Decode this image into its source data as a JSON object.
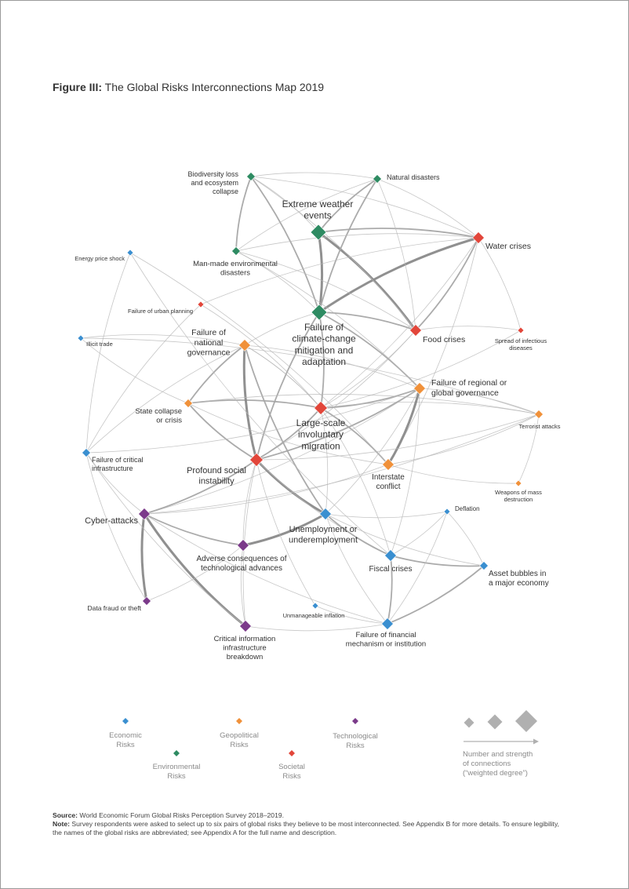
{
  "figure": {
    "title_lead": "Figure III:",
    "title_text": "The Global Risks Interconnections Map 2019"
  },
  "colors": {
    "Economic": "#3a8fd0",
    "Geopolitical": "#f0913a",
    "Technological": "#7b3a8a",
    "Environmental": "#2e8b62",
    "Societal": "#e2463a",
    "edge": "#b8b8b8",
    "edge_strong": "#8a8a8a",
    "legend_grey": "#b0b0b0",
    "label": "#333333"
  },
  "nodes": [
    {
      "id": "biodiversity",
      "lines": [
        "Biodiversity loss",
        "and ecosystem",
        "collapse"
      ],
      "category": "Environmental",
      "size": "s"
    },
    {
      "id": "natural-disasters",
      "lines": [
        "Natural disasters"
      ],
      "category": "Environmental",
      "size": "s"
    },
    {
      "id": "extreme-weather",
      "lines": [
        "Extreme weather",
        "events"
      ],
      "category": "Environmental",
      "size": "xl"
    },
    {
      "id": "water-crises",
      "lines": [
        "Water crises"
      ],
      "category": "Societal",
      "size": "m"
    },
    {
      "id": "energy-price",
      "lines": [
        "Energy price shock"
      ],
      "category": "Economic",
      "size": "xs"
    },
    {
      "id": "man-made",
      "lines": [
        "Man-made environmental",
        "disasters"
      ],
      "category": "Environmental",
      "size": "s"
    },
    {
      "id": "urban-planning",
      "lines": [
        "Failure of urban planning"
      ],
      "category": "Societal",
      "size": "xs"
    },
    {
      "id": "climate-change",
      "lines": [
        "Failure of",
        "climate-change",
        "mitigation and",
        "adaptation"
      ],
      "category": "Environmental",
      "size": "xl"
    },
    {
      "id": "food-crises",
      "lines": [
        "Food crises"
      ],
      "category": "Societal",
      "size": "m"
    },
    {
      "id": "illicit-trade",
      "lines": [
        "Illicit trade"
      ],
      "category": "Economic",
      "size": "xs"
    },
    {
      "id": "national-governance",
      "lines": [
        "Failure of",
        "national",
        "governance"
      ],
      "category": "Geopolitical",
      "size": "m"
    },
    {
      "id": "infectious-diseases",
      "lines": [
        "Spread of infectious",
        "diseases"
      ],
      "category": "Societal",
      "size": "xs"
    },
    {
      "id": "regional-governance",
      "lines": [
        "Failure of regional or",
        "global governance"
      ],
      "category": "Geopolitical",
      "size": "m"
    },
    {
      "id": "state-collapse",
      "lines": [
        "State collapse",
        "or crisis"
      ],
      "category": "Geopolitical",
      "size": "s"
    },
    {
      "id": "migration",
      "lines": [
        "Large-scale",
        "involuntary",
        "migration"
      ],
      "category": "Societal",
      "size": "l"
    },
    {
      "id": "terrorist-attacks",
      "lines": [
        "Terrorist attacks"
      ],
      "category": "Geopolitical",
      "size": "s"
    },
    {
      "id": "critical-infrastructure",
      "lines": [
        "Failure of critical",
        "infrastructure"
      ],
      "category": "Economic",
      "size": "s"
    },
    {
      "id": "social-instability",
      "lines": [
        "Profound social",
        "instability"
      ],
      "category": "Societal",
      "size": "l"
    },
    {
      "id": "interstate-conflict",
      "lines": [
        "Interstate",
        "conflict"
      ],
      "category": "Geopolitical",
      "size": "m"
    },
    {
      "id": "wmd",
      "lines": [
        "Weapons of mass",
        "destruction"
      ],
      "category": "Geopolitical",
      "size": "xs"
    },
    {
      "id": "cyber-attacks",
      "lines": [
        "Cyber-attacks"
      ],
      "category": "Technological",
      "size": "m"
    },
    {
      "id": "unemployment",
      "lines": [
        "Unemployment or",
        "underemployment"
      ],
      "category": "Economic",
      "size": "m"
    },
    {
      "id": "deflation",
      "lines": [
        "Deflation"
      ],
      "category": "Economic",
      "size": "xs"
    },
    {
      "id": "tech-advances",
      "lines": [
        "Adverse consequences of",
        "technological advances"
      ],
      "category": "Technological",
      "size": "m"
    },
    {
      "id": "fiscal-crises",
      "lines": [
        "Fiscal crises"
      ],
      "category": "Economic",
      "size": "m"
    },
    {
      "id": "asset-bubbles",
      "lines": [
        "Asset bubbles in",
        "a major economy"
      ],
      "category": "Economic",
      "size": "s"
    },
    {
      "id": "data-fraud",
      "lines": [
        "Data fraud or theft"
      ],
      "category": "Technological",
      "size": "s"
    },
    {
      "id": "unmanageable-inflation",
      "lines": [
        "Unmanageable inflation"
      ],
      "category": "Economic",
      "size": "xs"
    },
    {
      "id": "info-infrastructure",
      "lines": [
        "Critical information",
        "infrastructure",
        "breakdown"
      ],
      "category": "Technological",
      "size": "m"
    },
    {
      "id": "financial-failure",
      "lines": [
        "Failure of financial",
        "mechanism or institution"
      ],
      "category": "Economic",
      "size": "m"
    }
  ],
  "edges": [
    [
      "extreme-weather",
      "climate-change",
      3
    ],
    [
      "extreme-weather",
      "food-crises",
      3
    ],
    [
      "climate-change",
      "water-crises",
      3
    ],
    [
      "climate-change",
      "food-crises",
      2
    ],
    [
      "extreme-weather",
      "water-crises",
      2
    ],
    [
      "extreme-weather",
      "natural-disasters",
      2
    ],
    [
      "biodiversity",
      "climate-change",
      2
    ],
    [
      "biodiversity",
      "extreme-weather",
      1
    ],
    [
      "biodiversity",
      "man-made",
      2
    ],
    [
      "biodiversity",
      "food-crises",
      1
    ],
    [
      "biodiversity",
      "natural-disasters",
      1
    ],
    [
      "biodiversity",
      "water-crises",
      1
    ],
    [
      "natural-disasters",
      "climate-change",
      2
    ],
    [
      "natural-disasters",
      "water-crises",
      1
    ],
    [
      "natural-disasters",
      "food-crises",
      1
    ],
    [
      "natural-disasters",
      "man-made",
      1
    ],
    [
      "water-crises",
      "food-crises",
      2
    ],
    [
      "water-crises",
      "migration",
      1
    ],
    [
      "water-crises",
      "infectious-diseases",
      1
    ],
    [
      "water-crises",
      "interstate-conflict",
      1
    ],
    [
      "water-crises",
      "man-made",
      1
    ],
    [
      "food-crises",
      "migration",
      1
    ],
    [
      "food-crises",
      "social-instability",
      1
    ],
    [
      "food-crises",
      "infectious-diseases",
      1
    ],
    [
      "climate-change",
      "migration",
      2
    ],
    [
      "climate-change",
      "social-instability",
      2
    ],
    [
      "climate-change",
      "regional-governance",
      2
    ],
    [
      "climate-change",
      "national-governance",
      1
    ],
    [
      "climate-change",
      "man-made",
      1
    ],
    [
      "migration",
      "social-instability",
      2
    ],
    [
      "migration",
      "interstate-conflict",
      2
    ],
    [
      "migration",
      "state-collapse",
      2
    ],
    [
      "migration",
      "national-governance",
      1
    ],
    [
      "migration",
      "regional-governance",
      2
    ],
    [
      "migration",
      "terrorist-attacks",
      1
    ],
    [
      "migration",
      "unemployment",
      1
    ],
    [
      "migration",
      "fiscal-crises",
      1
    ],
    [
      "national-governance",
      "social-instability",
      3
    ],
    [
      "national-governance",
      "state-collapse",
      2
    ],
    [
      "national-governance",
      "unemployment",
      2
    ],
    [
      "national-governance",
      "regional-governance",
      1
    ],
    [
      "national-governance",
      "migration",
      1
    ],
    [
      "national-governance",
      "critical-infrastructure",
      1
    ],
    [
      "state-collapse",
      "social-instability",
      2
    ],
    [
      "state-collapse",
      "interstate-conflict",
      1
    ],
    [
      "state-collapse",
      "terrorist-attacks",
      1
    ],
    [
      "regional-governance",
      "interstate-conflict",
      3
    ],
    [
      "regional-governance",
      "social-instability",
      2
    ],
    [
      "regional-governance",
      "terrorist-attacks",
      1
    ],
    [
      "regional-governance",
      "fiscal-crises",
      1
    ],
    [
      "regional-governance",
      "unemployment",
      1
    ],
    [
      "regional-governance",
      "cyber-attacks",
      1
    ],
    [
      "interstate-conflict",
      "wmd",
      1
    ],
    [
      "interstate-conflict",
      "terrorist-attacks",
      1
    ],
    [
      "interstate-conflict",
      "cyber-attacks",
      1
    ],
    [
      "social-instability",
      "unemployment",
      3
    ],
    [
      "social-instability",
      "cyber-attacks",
      2
    ],
    [
      "social-instability",
      "tech-advances",
      1
    ],
    [
      "social-instability",
      "fiscal-crises",
      1
    ],
    [
      "social-instability",
      "info-infrastructure",
      1
    ],
    [
      "unemployment",
      "tech-advances",
      3
    ],
    [
      "unemployment",
      "fiscal-crises",
      2
    ],
    [
      "unemployment",
      "financial-failure",
      1
    ],
    [
      "unemployment",
      "asset-bubbles",
      1
    ],
    [
      "fiscal-crises",
      "financial-failure",
      2
    ],
    [
      "fiscal-crises",
      "asset-bubbles",
      2
    ],
    [
      "fiscal-crises",
      "deflation",
      1
    ],
    [
      "financial-failure",
      "asset-bubbles",
      2
    ],
    [
      "financial-failure",
      "deflation",
      1
    ],
    [
      "financial-failure",
      "unmanageable-inflation",
      1
    ],
    [
      "financial-failure",
      "cyber-attacks",
      1
    ],
    [
      "asset-bubbles",
      "deflation",
      1
    ],
    [
      "cyber-attacks",
      "info-infrastructure",
      3
    ],
    [
      "cyber-attacks",
      "data-fraud",
      3
    ],
    [
      "cyber-attacks",
      "tech-advances",
      2
    ],
    [
      "cyber-attacks",
      "critical-infrastructure",
      1
    ],
    [
      "tech-advances",
      "info-infrastructure",
      1
    ],
    [
      "tech-advances",
      "data-fraud",
      1
    ],
    [
      "critical-infrastructure",
      "regional-governance",
      1
    ],
    [
      "critical-infrastructure",
      "urban-planning",
      1
    ],
    [
      "critical-infrastructure",
      "energy-price",
      1
    ],
    [
      "urban-planning",
      "water-crises",
      1
    ],
    [
      "urban-planning",
      "migration",
      1
    ],
    [
      "energy-price",
      "fiscal-crises",
      1
    ],
    [
      "energy-price",
      "interstate-conflict",
      1
    ],
    [
      "illicit-trade",
      "state-collapse",
      1
    ],
    [
      "illicit-trade",
      "terrorist-attacks",
      1
    ],
    [
      "illicit-trade",
      "national-governance",
      1
    ],
    [
      "terrorist-attacks",
      "wmd",
      1
    ],
    [
      "terrorist-attacks",
      "cyber-attacks",
      1
    ],
    [
      "terrorist-attacks",
      "social-instability",
      1
    ],
    [
      "infectious-diseases",
      "migration",
      1
    ],
    [
      "info-infrastructure",
      "critical-infrastructure",
      1
    ],
    [
      "info-infrastructure",
      "financial-failure",
      1
    ],
    [
      "unmanageable-inflation",
      "social-instability",
      1
    ],
    [
      "deflation",
      "unemployment",
      1
    ],
    [
      "data-fraud",
      "critical-infrastructure",
      1
    ],
    [
      "man-made",
      "food-crises",
      1
    ],
    [
      "man-made",
      "regional-governance",
      1
    ]
  ],
  "legend": {
    "categories": [
      {
        "key": "Economic",
        "lines": [
          "Economic",
          "Risks"
        ]
      },
      {
        "key": "Environmental",
        "lines": [
          "Environmental",
          "Risks"
        ]
      },
      {
        "key": "Geopolitical",
        "lines": [
          "Geopolitical",
          "Risks"
        ]
      },
      {
        "key": "Societal",
        "lines": [
          "Societal",
          "Risks"
        ]
      },
      {
        "key": "Technological",
        "lines": [
          "Technological",
          "Risks"
        ]
      }
    ],
    "size_key": {
      "lines": [
        "Number and strength",
        "of connections",
        "(“weighted degree”)"
      ]
    }
  },
  "footer": {
    "source_label": "Source:",
    "source_text": "World Economic Forum Global Risks Perception Survey 2018–2019.",
    "note_label": "Note:",
    "note_text": "Survey respondents were asked to select up to six pairs of global risks they believe to be most interconnected. See Appendix B for more details. To ensure legibility, the names of the global risks are abbreviated; see Appendix A for the full name and description."
  }
}
